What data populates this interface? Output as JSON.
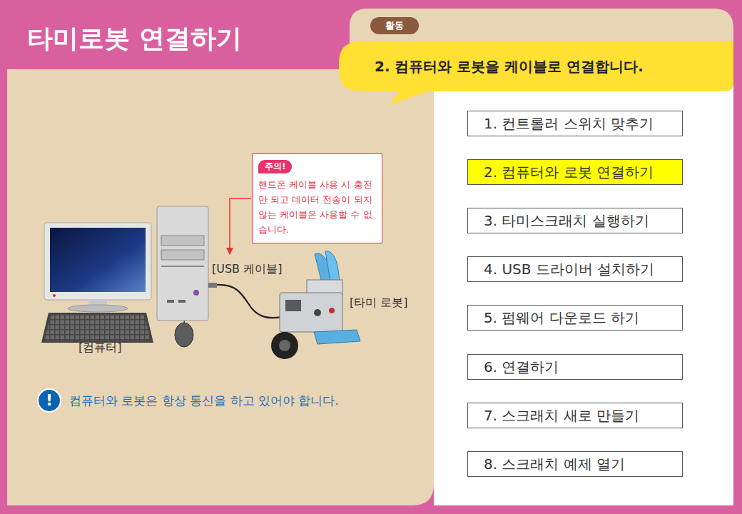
{
  "diagram": {
    "title": "타미로봇 연결하기",
    "nodes": [
      {
        "text": [
          "활동"
        ]
      },
      {
        "text": [
          "2. 컴퓨터와 로봇을 케이블로 연결합니다."
        ]
      },
      {
        "text": [
          "주의!",
          "핸드폰 케이블 사용 시 충전만 되고 데이터 전송이 되지 않는 케이블은 사용할 수 없습니다."
        ]
      },
      {
        "text": [
          "1. 컨트롤러 스위치 맞추기"
        ]
      },
      {
        "text": [
          "2. 컴퓨터와 로봇 연결하기"
        ]
      },
      {
        "text": [
          "3. 타미스크래치 실행하기"
        ]
      },
      {
        "text": [
          "4. USB 드라이버 설치하기"
        ]
      },
      {
        "text": [
          "5. 펌웨어 다운로드 하기"
        ]
      },
      {
        "text": [
          "6. 연결하기"
        ]
      },
      {
        "text": [
          "7. 스크래치 새로 만들기"
        ]
      },
      {
        "text": [
          "8. 스크래치 예제 열기"
        ]
      }
    ],
    "labels": [
      "[USB 케이블]",
      "[타미 로봇]",
      "[컴퓨터]",
      "!",
      "컴퓨터와 로봇은 항상 통신을 하고 있어야 합니다."
    ]
  }
}
